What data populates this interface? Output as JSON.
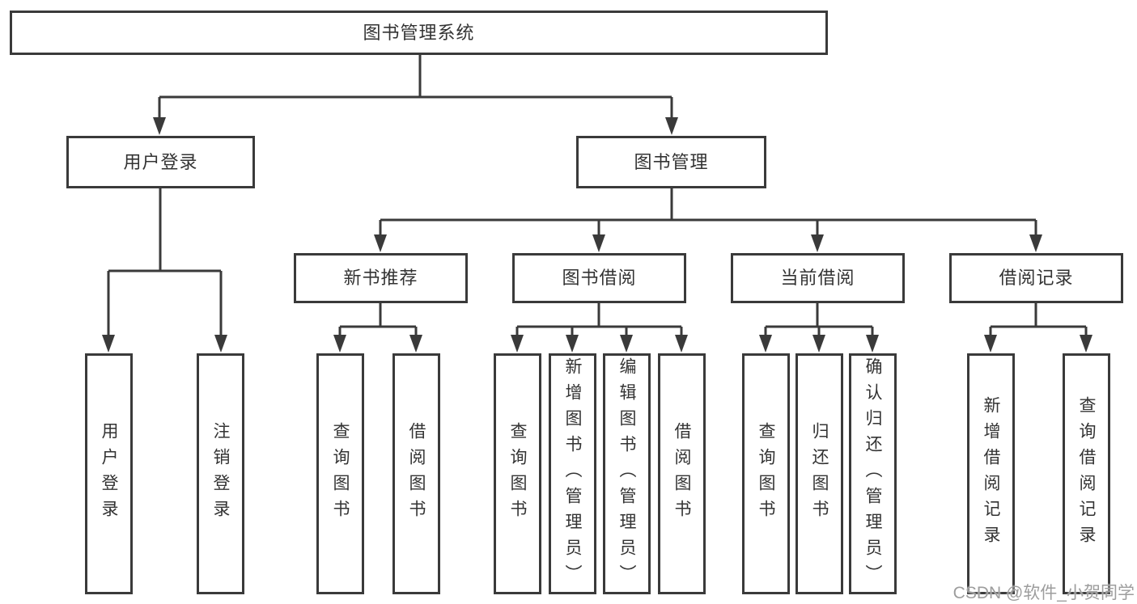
{
  "diagram": {
    "root": "图书管理系统",
    "level2": [
      "用户登录",
      "图书管理"
    ],
    "user_login_children": [
      "用户登录",
      "注销登录"
    ],
    "book_mgmt_children": [
      {
        "label": "新书推荐",
        "children": [
          "查询图书",
          "借阅图书"
        ]
      },
      {
        "label": "图书借阅",
        "children": [
          "查询图书",
          "新增图书（管理员）",
          "编辑图书（管理员）",
          "借阅图书"
        ]
      },
      {
        "label": "当前借阅",
        "children": [
          "查询图书",
          "归还图书",
          "确认归还（管理员）"
        ]
      },
      {
        "label": "借阅记录",
        "children": [
          "新增借阅记录",
          "查询借阅记录"
        ]
      }
    ],
    "watermark": "CSDN @软件_小贺同学",
    "colors": {
      "line": "#3a3a3a",
      "box_border": "#3a3a3a",
      "box_fill": "#ffffff",
      "text": "#333333",
      "watermark": "#9d9d9d",
      "background": "#ffffff"
    }
  }
}
